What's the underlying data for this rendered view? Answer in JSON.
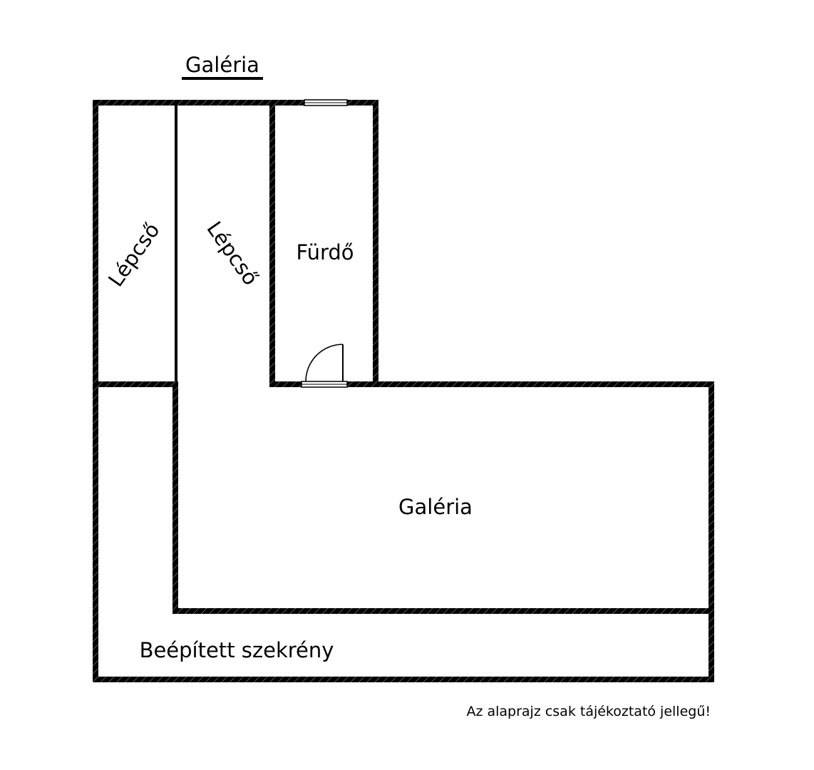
{
  "plan": {
    "title": "Galéria",
    "rooms": {
      "stair_left": "Lépcső",
      "stair_middle": "Lépcső",
      "bathroom": "Fürdő",
      "gallery": "Galéria",
      "wardrobe": "Beépített szekrény"
    },
    "disclaimer": "Az alaprajz csak tájékoztató jellegű!"
  },
  "colors": {
    "wall": "#000000",
    "background": "#ffffff"
  }
}
